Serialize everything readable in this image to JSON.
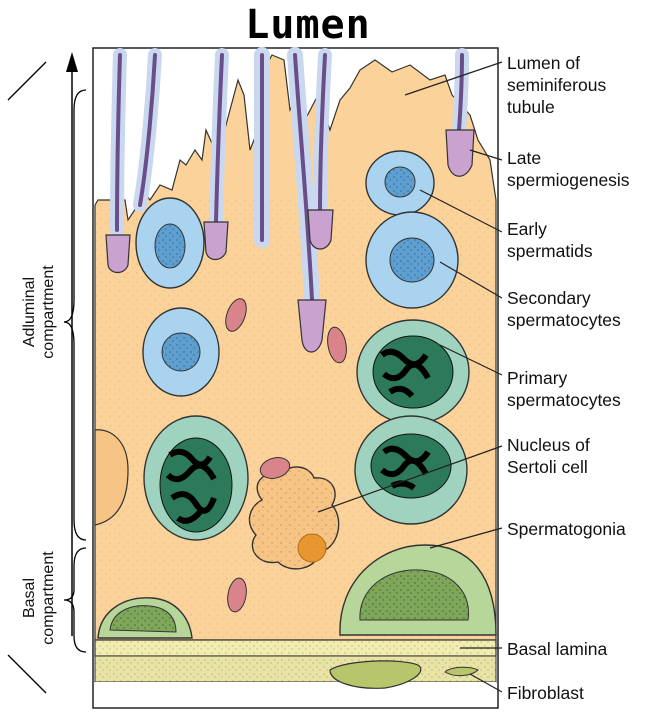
{
  "title": "Lumen",
  "labels": {
    "lumen_tubule": [
      "Lumen of",
      "seminiferous",
      "tubule"
    ],
    "late_spermiogenesis": [
      "Late",
      "spermiogenesis"
    ],
    "early_spermatids": [
      "Early",
      "spermatids"
    ],
    "secondary_spermatocytes": [
      "Secondary",
      "spermatocytes"
    ],
    "primary_spermatocytes": [
      "Primary",
      "spermatocytes"
    ],
    "sertoli_nucleus": [
      "Nucleus of",
      "Sertoli cell"
    ],
    "spermatogonia": "Spermatogonia",
    "basal_lamina": "Basal lamina",
    "fibroblast": "Fibroblast"
  },
  "compartments": {
    "adluminal": [
      "Adluminal",
      "compartment"
    ],
    "basal": [
      "Basal",
      "compartment"
    ]
  },
  "colors": {
    "sertoli": "#fbd39a",
    "spermatid": "#a9d3ee",
    "spermatocyte": "#9fd3bf",
    "spermatogonia": "#b7d79a",
    "sperm_head": "#c9a2cf",
    "basal_lamina": "#f3ecb0",
    "nucleus_sertoli": "#f6c585"
  }
}
